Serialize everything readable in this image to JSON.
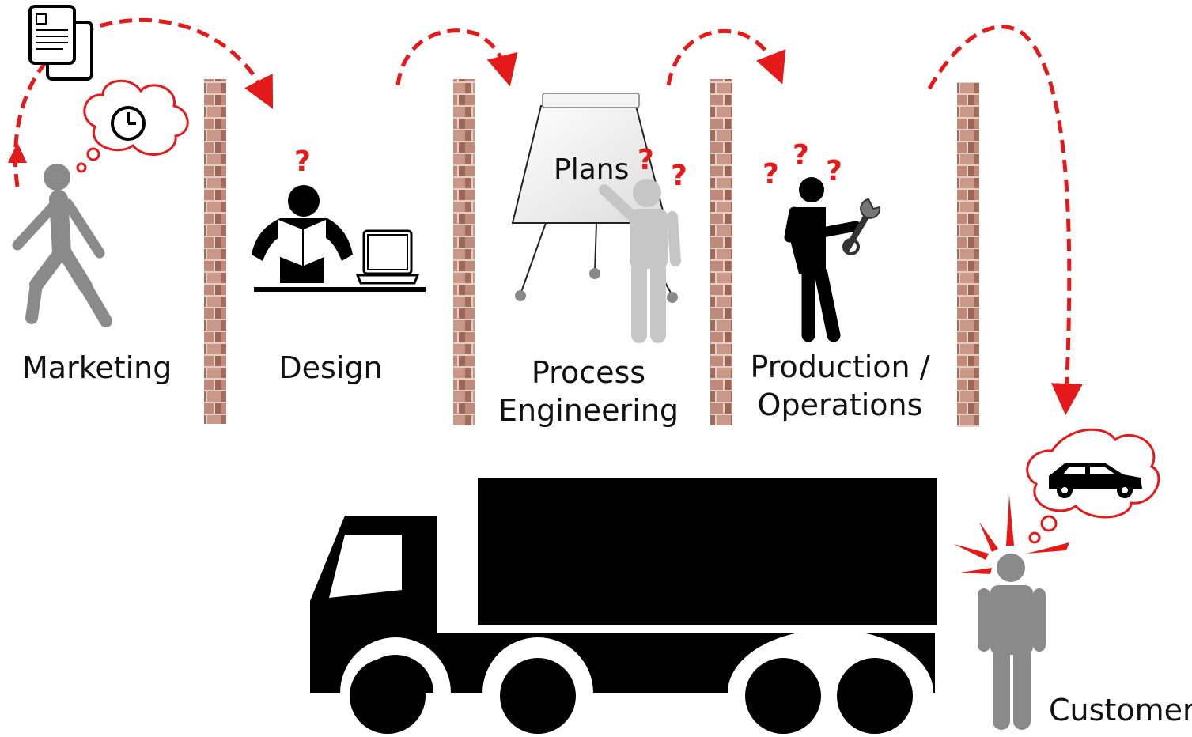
{
  "stages": {
    "marketing": "Marketing",
    "design": "Design",
    "process_line1": "Process",
    "process_line2": "Engineering",
    "production_line1": "Production /",
    "production_line2": "Operations",
    "customer": "Customer"
  },
  "flipchart_text": "Plans",
  "question_mark": "?",
  "colors": {
    "arrow": "#e41a1a",
    "wall": "#b5776a",
    "person_gray": "#8a8a8a",
    "person_light": "#c6c6c6",
    "silhouette": "#000000"
  },
  "icons": [
    "documents-icon",
    "clock-thought-icon",
    "car-thought-icon",
    "wrench-icon",
    "laptop-icon",
    "truck-icon",
    "flipchart-icon"
  ]
}
